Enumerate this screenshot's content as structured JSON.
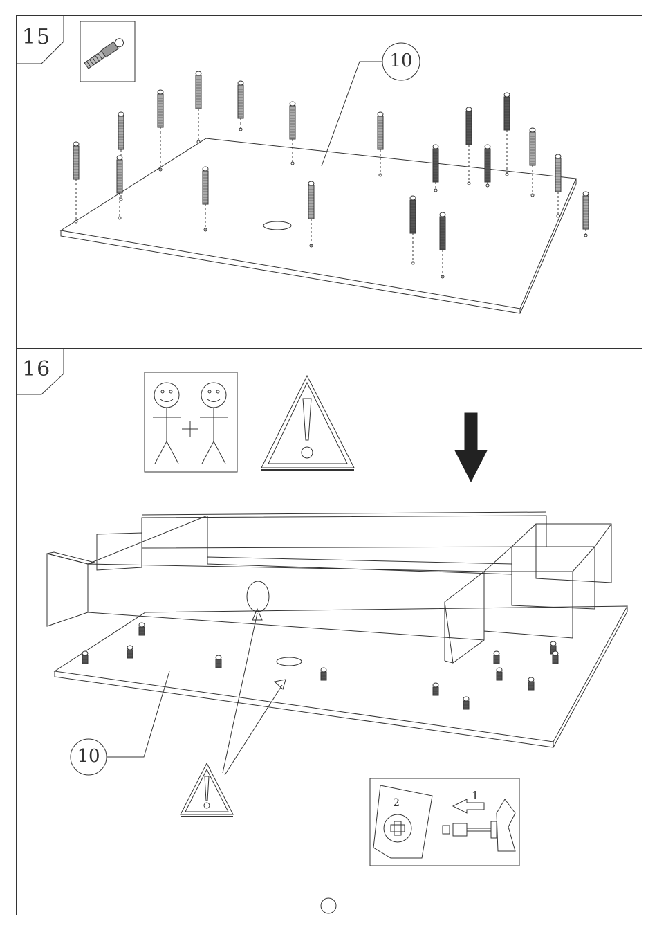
{
  "step15": {
    "number": "15",
    "part_callout": "10"
  },
  "step16": {
    "number": "16",
    "part_callout": "10",
    "detail_step1": "1",
    "detail_step2": "2"
  },
  "icons": [
    "screw-dowel-icon",
    "two-persons-icon",
    "warning-triangle-icon",
    "down-arrow-icon",
    "cam-lock-detail-icon"
  ],
  "colors": {
    "line": "#333333",
    "arrow": "#222222"
  }
}
